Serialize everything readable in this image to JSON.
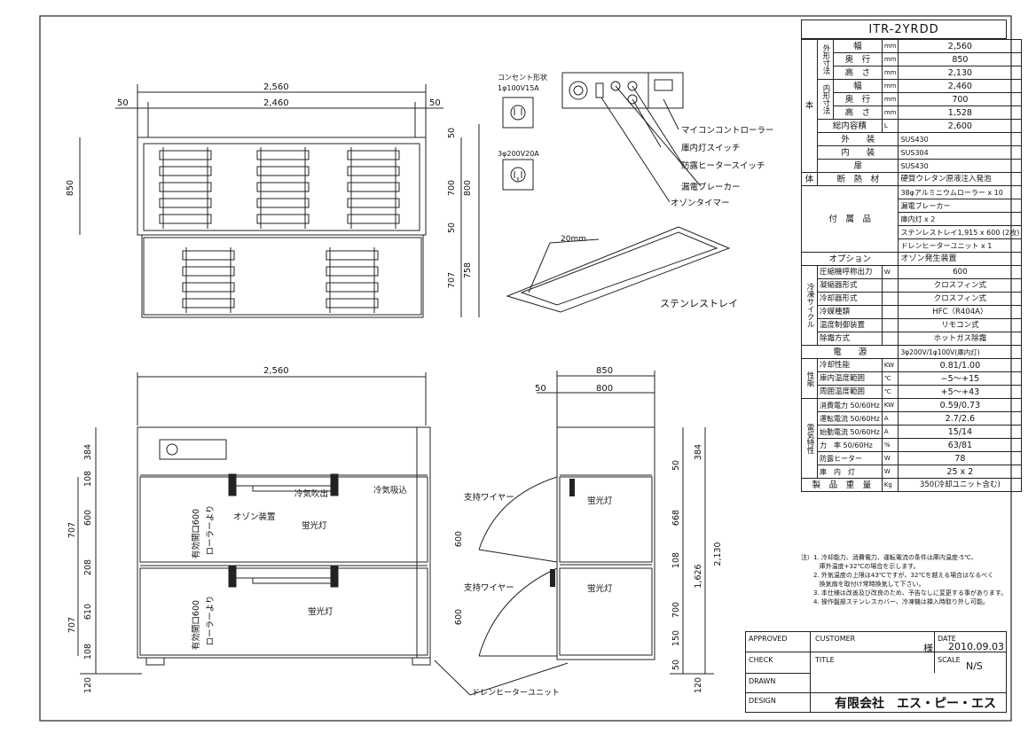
{
  "model": "ITR-2YRDD",
  "spec": {
    "body_label": "本",
    "body_label2": "体",
    "outer_dims_label": "外形寸法",
    "inner_dims_label": "内形寸法",
    "rows_outer": [
      {
        "label": "幅",
        "unit": "mm",
        "value": "2,560"
      },
      {
        "label": "奥　行",
        "unit": "mm",
        "value": "850"
      },
      {
        "label": "高　さ",
        "unit": "mm",
        "value": "2,130"
      }
    ],
    "rows_inner": [
      {
        "label": "幅",
        "unit": "mm",
        "value": "2,460"
      },
      {
        "label": "奥　行",
        "unit": "mm",
        "value": "700"
      },
      {
        "label": "高　さ",
        "unit": "mm",
        "value": "1,528"
      }
    ],
    "volume": {
      "label": "総内容積",
      "unit": "L",
      "value": "2,600"
    },
    "exterior": {
      "label": "外　　装",
      "value": "SUS430"
    },
    "interior": {
      "label": "内　　装",
      "value": "SUS304"
    },
    "door": {
      "label": "扉",
      "value": "SUS430"
    },
    "insulation": {
      "label": "断　熱　材",
      "value": "硬質ウレタン原液注入発泡"
    },
    "accessories_label": "付　属　品",
    "accessories": [
      "38φアルミニウムローラー x 10",
      "漏電ブレーカー",
      "庫内灯 x 2",
      "ステンレストレイ1,915 x 600 (2枚)",
      "ドレンヒーターユニット x 1"
    ],
    "option": {
      "label": "オプション",
      "value": "オゾン発生装置"
    },
    "cycle_label": "冷凍サイクル",
    "cycle_rows": [
      {
        "label": "圧縮機呼称出力",
        "unit": "W",
        "value": "600"
      },
      {
        "label": "凝縮器形式",
        "unit": "",
        "value": "クロスフィン式"
      },
      {
        "label": "冷却器形式",
        "unit": "",
        "value": "クロスフィン式"
      },
      {
        "label": "冷媒種類",
        "unit": "",
        "value": "HFC（R404A）"
      },
      {
        "label": "温度制御装置",
        "unit": "",
        "value": "リモコン式"
      },
      {
        "label": "除霜方式",
        "unit": "",
        "value": "ホットガス除霜"
      }
    ],
    "power": {
      "label": "電　　源",
      "value": "3φ200V/1φ100V(庫内灯)"
    },
    "perf_label": "性能",
    "perf_rows": [
      {
        "label": "冷却性能",
        "unit": "KW",
        "value": "0.81/1.00"
      },
      {
        "label": "庫内温度範囲",
        "unit": "℃",
        "value": "−5〜+15"
      },
      {
        "label": "周囲温度範囲",
        "unit": "℃",
        "value": "+5〜+43"
      }
    ],
    "elec_label": "電気特性",
    "elec_rows": [
      {
        "label": "消費電力",
        "sub": "50/60Hz",
        "unit": "KW",
        "value": "0.59/0.73"
      },
      {
        "label": "運転電流",
        "sub": "50/60Hz",
        "unit": "A",
        "value": "2.7/2.6"
      },
      {
        "label": "始動電流",
        "sub": "50/60Hz",
        "unit": "A",
        "value": "15/14"
      },
      {
        "label": "力　率",
        "sub": "50/60Hz",
        "unit": "%",
        "value": "63/81"
      },
      {
        "label": "防露ヒーター",
        "sub": "",
        "unit": "W",
        "value": "78"
      },
      {
        "label": "庫　内　灯",
        "sub": "",
        "unit": "W",
        "value": "25 x 2"
      }
    ],
    "weight": {
      "label": "製　品　重　量",
      "unit": "Kg",
      "value": "350(冷却ユニット含む)"
    }
  },
  "notes": {
    "prefix": "注）",
    "lines": [
      "1. 冷却能力、消費電力、運転電流の条件は庫内温度-5℃、",
      "   庫外温度+32℃の場合を示します。",
      "2. 外気温度の上限は43℃ですが、32℃を越える場合はなるべく",
      "   換気扇を取付け常時換気して下さい。",
      "3. 本仕様は改善及び改良のため、予告なしに変更する事があります。",
      "4. 操作盤部ステンレスカバー、冷凍機は挿入時取り外し可能。"
    ]
  },
  "title_block": {
    "approved": "APPROVED",
    "customer": "CUSTOMER",
    "sama": "様",
    "date_label": "DATE",
    "date": "2010.09.03",
    "check": "CHECK",
    "title": "TITLE",
    "scale_label": "SCALE",
    "scale": "N/S",
    "drawn": "DRAWN",
    "design": "DESIGN",
    "company": "有限会社　エス・ピー・エス"
  },
  "drawing": {
    "outlet1_title": "コンセント形状",
    "outlet1_spec": "1φ100V15A",
    "outlet2_spec": "3φ200V20A",
    "callouts": [
      "マイコンコントローラー",
      "庫内灯スイッチ",
      "防露ヒータースイッチ",
      "漏電ブレーカー",
      "オゾンタイマー"
    ],
    "tray_dim": "20mm",
    "tray_label": "ステンレストレイ",
    "top_dims": {
      "overall": "2,560",
      "inner": "2,460",
      "side_left": "50",
      "side_right": "50"
    },
    "top_vert_dims": [
      "50",
      "700",
      "800",
      "50",
      "850",
      "707",
      "758"
    ],
    "front_dim": "2,560",
    "front_labels": [
      "冷気吹出",
      "冷気吸込",
      "オゾン装置",
      "蛍光灯",
      "蛍光灯"
    ],
    "front_vert": [
      "384",
      "108",
      "600",
      "707",
      "208",
      "610",
      "707",
      "108",
      "120"
    ],
    "opening_label_1": "有効開口600",
    "opening_label_2": "ローラーより",
    "side_dims": {
      "depth": "850",
      "inner": "800",
      "side": "50"
    },
    "side_labels": [
      "支持ワイヤー",
      "蛍光灯",
      "支持ワイヤー",
      "蛍光灯"
    ],
    "side_vert": [
      "384",
      "50",
      "668",
      "108",
      "2,130",
      "1,626",
      "700",
      "150",
      "50",
      "120",
      "600",
      "600"
    ],
    "drain_label": "ドレンヒーターユニット"
  }
}
